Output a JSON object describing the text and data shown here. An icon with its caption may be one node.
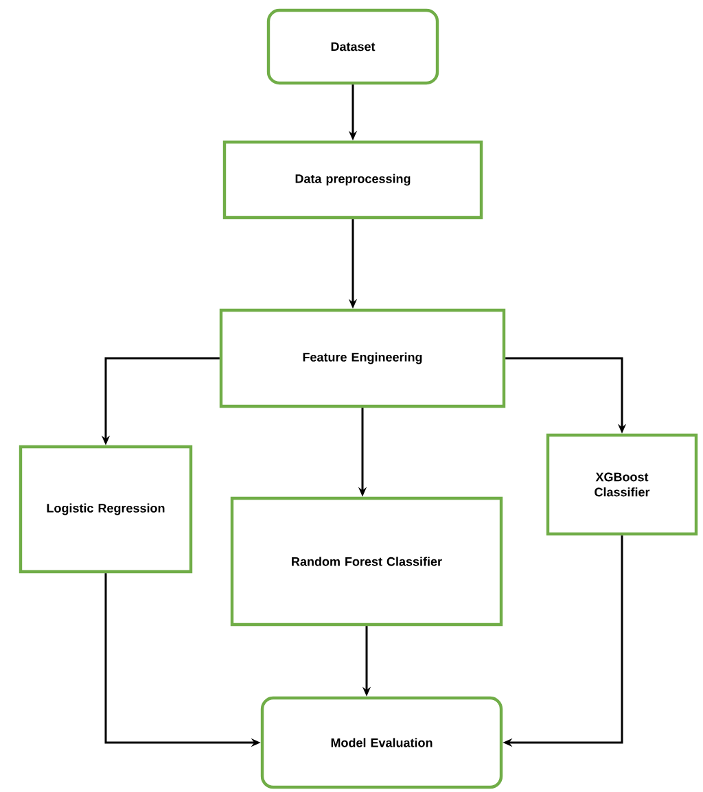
{
  "diagram": {
    "nodes": [
      {
        "text": [
          "Dataset"
        ]
      },
      {
        "text": [
          "Data preprocessing"
        ]
      },
      {
        "text": [
          "Feature Engineering"
        ]
      },
      {
        "text": [
          "Logistic Regression"
        ]
      },
      {
        "text": [
          "Random Forest Classifier"
        ]
      },
      {
        "text": [
          "XGBoost Classifier"
        ]
      },
      {
        "text": [
          "Model Evaluation"
        ]
      }
    ],
    "edges": [
      {
        "from": 0,
        "to": 1,
        "arrow": "to"
      },
      {
        "from": 1,
        "to": 2,
        "arrow": "to"
      },
      {
        "from": 2,
        "to": 3,
        "arrow": "to"
      },
      {
        "from": 2,
        "to": 4,
        "arrow": "to"
      },
      {
        "from": 2,
        "to": 5,
        "arrow": "to"
      },
      {
        "from": 3,
        "to": 6,
        "arrow": "to"
      },
      {
        "from": 4,
        "to": 6,
        "arrow": "to"
      },
      {
        "from": 5,
        "to": 6,
        "arrow": "to"
      }
    ]
  }
}
